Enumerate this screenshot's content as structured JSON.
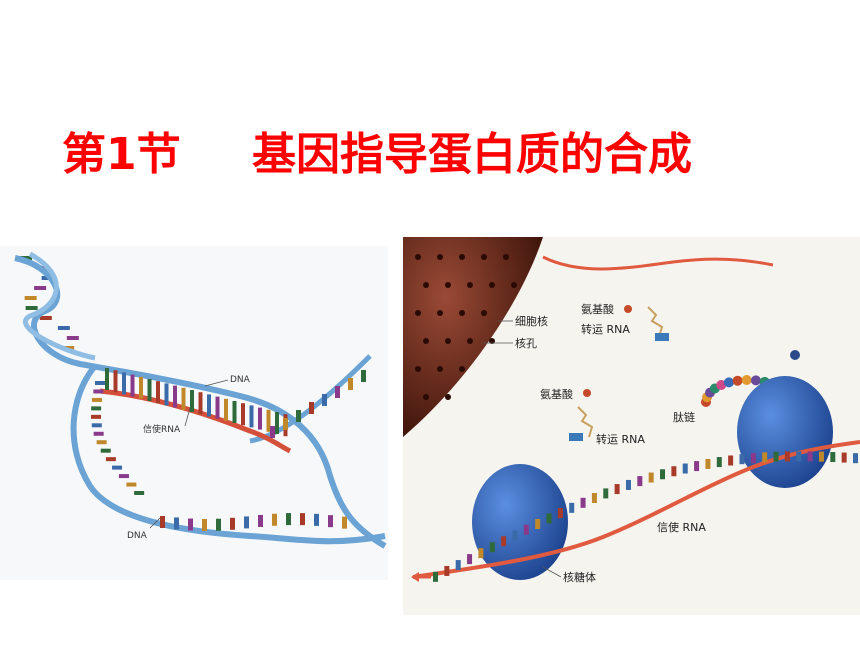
{
  "title": {
    "section": "第1节",
    "main": "基因指导蛋白质的合成"
  },
  "left_diagram": {
    "label_dna_top": "DNA",
    "label_mrna": "信使RNA",
    "label_dna_bottom": "DNA"
  },
  "right_diagram": {
    "label_nucleus": "细胞核",
    "label_nuclear_pore": "核孔",
    "label_amino_acid_1": "氨基酸",
    "label_trna_1": "转运 RNA",
    "label_amino_acid_2": "氨基酸",
    "label_trna_2": "转运 RNA",
    "label_peptide": "肽链",
    "label_mrna": "信使 RNA",
    "label_ribosome": "核糖体"
  },
  "colors": {
    "title": "#ff0000",
    "dna_strand": "#6aa3d4",
    "mrna_strand": "#d4503a",
    "ribosome": "#2a63b8",
    "nucleus": "#6a2a1e"
  }
}
